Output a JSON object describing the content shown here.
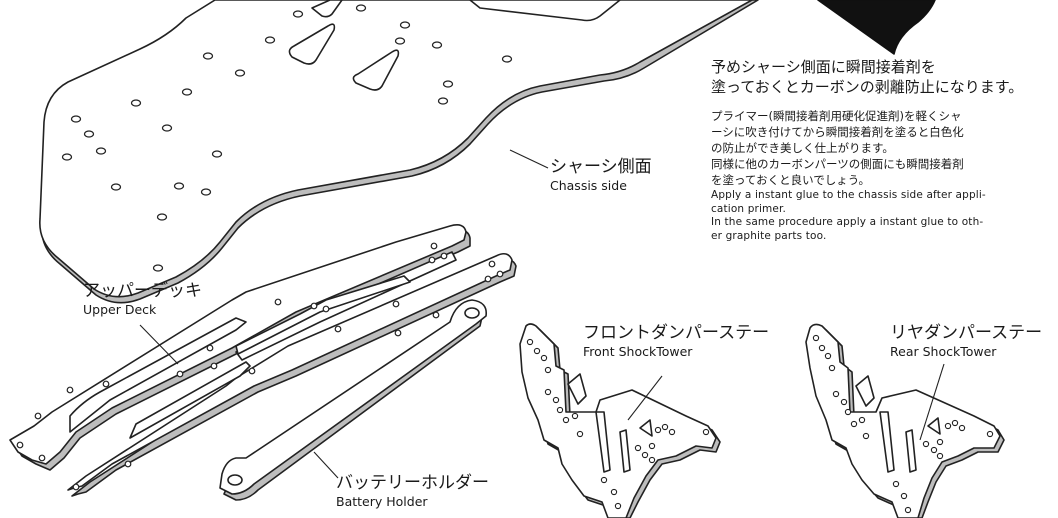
{
  "instructions": {
    "title": [
      "予めシャーシ側面に瞬間接着剤を",
      "塗っておくとカーボンの剥離防止になります。"
    ],
    "body_jp": [
      "プライマー(瞬間接着剤用硬化促進剤)を軽くシャ",
      "ーシに吹き付けてから瞬間接着剤を塗ると白色化",
      "の防止ができ美しく仕上がります。",
      "同様に他のカーボンパーツの側面にも瞬間接着剤",
      "を塗っておくと良いでしょう。"
    ],
    "body_en": [
      "Apply a instant glue to the chassis side after appli-",
      "cation primer.",
      "In the same procedure apply a instant glue to oth-",
      "er graphite parts too."
    ]
  },
  "labels": {
    "chassis_side": {
      "jp": "シャーシ側面",
      "en": "Chassis side"
    },
    "upper_deck": {
      "jp": "アッパーデッキ",
      "en": "Upper Deck"
    },
    "battery_holder": {
      "jp": "バッテリーホルダー",
      "en": "Battery Holder"
    },
    "front_shock_tower": {
      "jp": "フロントダンパーステー",
      "en": "Front ShockTower"
    },
    "rear_shock_tower": {
      "jp": "リヤダンパーステー",
      "en": "Rear ShockTower"
    }
  }
}
